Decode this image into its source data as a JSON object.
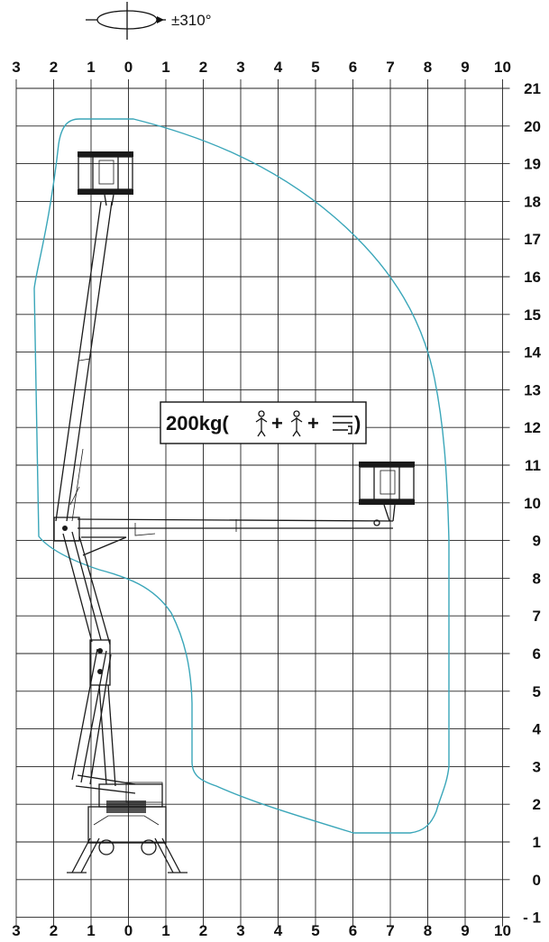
{
  "rotation": {
    "label": "±310°",
    "icon": "rotation-icon"
  },
  "load": {
    "label_prefix": "200kg(",
    "label_suffix": ")",
    "plus": "+",
    "icons": [
      "person-icon",
      "person-icon",
      "tools-icon"
    ]
  },
  "axes": {
    "x_ticks": [
      "3",
      "2",
      "1",
      "0",
      "1",
      "2",
      "3",
      "4",
      "5",
      "6",
      "7",
      "8",
      "9",
      "10"
    ],
    "y_ticks": [
      "21",
      "20",
      "19",
      "18",
      "17",
      "16",
      "15",
      "14",
      "13",
      "12",
      "11",
      "10",
      "9",
      "8",
      "7",
      "6",
      "5",
      "4",
      "3",
      "2",
      "1",
      "0",
      "- 1"
    ]
  },
  "envelope": {
    "color": "#3aa6b9"
  }
}
